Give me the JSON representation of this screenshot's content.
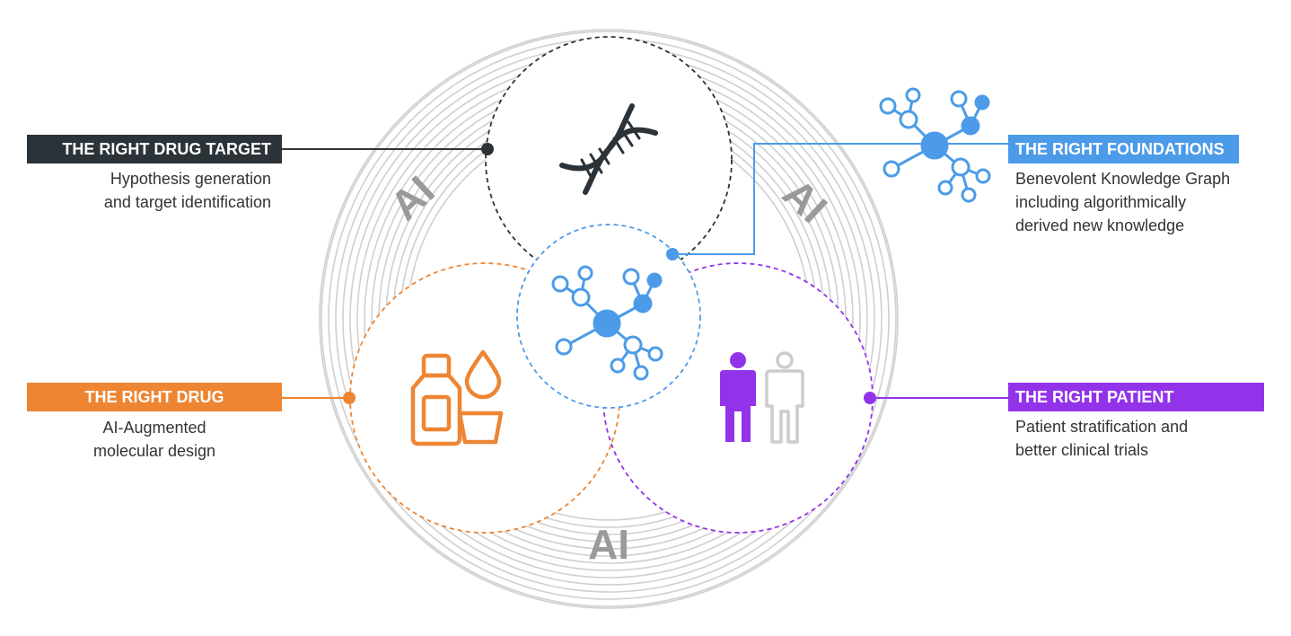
{
  "colors": {
    "target": "#2b3238",
    "foundations": "#4c9be8",
    "drug": "#ee8532",
    "patient": "#9233ea",
    "rings": "#cfcfcf",
    "ai_text": "#9a9a9a",
    "patient_ghost": "#cccccc"
  },
  "center_hub": {
    "icon": "knowledge-graph-icon"
  },
  "ai_labels": [
    "AI",
    "AI",
    "AI"
  ],
  "target": {
    "title": "THE RIGHT DRUG TARGET",
    "lines": [
      "Hypothesis generation",
      "and target identification"
    ],
    "icon": "dna-icon"
  },
  "foundations": {
    "title": "THE RIGHT FOUNDATIONS",
    "lines": [
      "Benevolent Knowledge Graph",
      "including algorithmically",
      "derived new knowledge"
    ],
    "icon": "knowledge-graph-icon"
  },
  "drug": {
    "title": "THE RIGHT DRUG",
    "lines": [
      "AI-Augmented",
      "molecular design"
    ],
    "icon": "medicine-icon"
  },
  "patient": {
    "title": "THE RIGHT PATIENT",
    "lines": [
      "Patient stratification and",
      "better clinical trials"
    ],
    "icon": "patients-icon"
  }
}
